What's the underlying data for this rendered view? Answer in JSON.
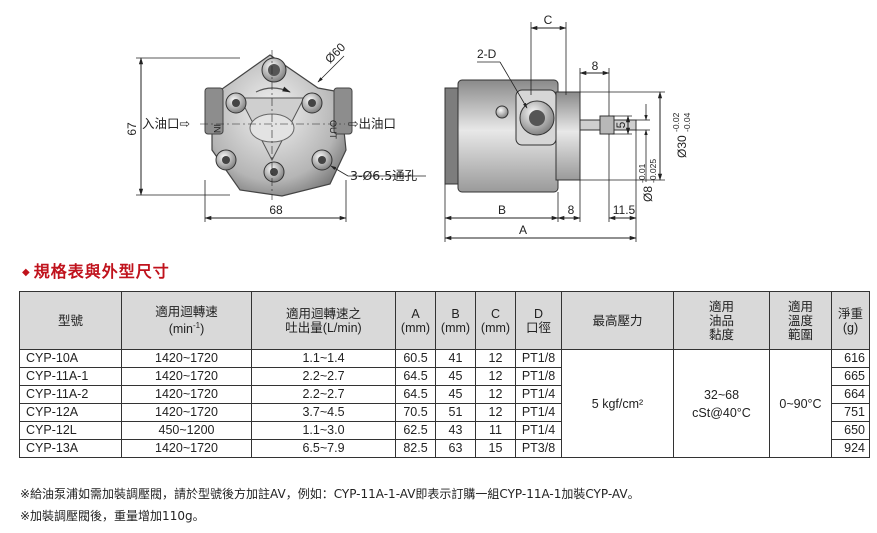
{
  "drawing": {
    "dim_67": "67",
    "dim_68": "68",
    "diameter_60": "Ø60",
    "inlet_label": "入油口⇨",
    "outlet_label": "⇨出油口",
    "in_mark": "IN",
    "out_mark": "OUT",
    "hole_note": "3-Ø6.5通孔",
    "dim_2d": "2-D",
    "dim_c": "C",
    "dim_8_top": "8",
    "dim_5": "5",
    "dim_shaft_dia": "Ø30",
    "tol_shaft_upper": "-0.02",
    "tol_shaft_lower": "-0.04",
    "dim_key_dia": "Ø8",
    "tol_key_upper": "-0.01",
    "tol_key_lower": "-0.025",
    "dim_b": "B",
    "dim_8_bottom": "8",
    "dim_11_5": "11.5",
    "dim_a": "A"
  },
  "section": {
    "bullet": "◆",
    "title": "規格表與外型尺寸"
  },
  "table": {
    "headers": {
      "model": "型號",
      "speed_1": "適用迴轉速",
      "speed_2": "(min",
      "speed_sup": "-1",
      "speed_3": ")",
      "flow_1": "適用迴轉速之",
      "flow_2": "吐出量(L/min)",
      "a_1": "A",
      "a_2": "(mm)",
      "b_1": "B",
      "b_2": "(mm)",
      "c_1": "C",
      "c_2": "(mm)",
      "d_1": "D",
      "d_2": "口徑",
      "pressure": "最高壓力",
      "visc_1": "適用",
      "visc_2": "油品",
      "visc_3": "黏度",
      "temp_1": "適用",
      "temp_2": "溫度",
      "temp_3": "範圍",
      "weight_1": "淨重",
      "weight_2": "(g)"
    },
    "rows": [
      {
        "model": "CYP-10A",
        "speed": "1420~1720",
        "flow": "1.1~1.4",
        "a": "60.5",
        "b": "41",
        "c": "12",
        "d": "PT1/8",
        "weight": "616"
      },
      {
        "model": "CYP-11A-1",
        "speed": "1420~1720",
        "flow": "2.2~2.7",
        "a": "64.5",
        "b": "45",
        "c": "12",
        "d": "PT1/8",
        "weight": "665"
      },
      {
        "model": "CYP-11A-2",
        "speed": "1420~1720",
        "flow": "2.2~2.7",
        "a": "64.5",
        "b": "45",
        "c": "12",
        "d": "PT1/4",
        "weight": "664"
      },
      {
        "model": "CYP-12A",
        "speed": "1420~1720",
        "flow": "3.7~4.5",
        "a": "70.5",
        "b": "51",
        "c": "12",
        "d": "PT1/4",
        "weight": "751"
      },
      {
        "model": "CYP-12L",
        "speed": "450~1200",
        "flow": "1.1~3.0",
        "a": "62.5",
        "b": "43",
        "c": "11",
        "d": "PT1/4",
        "weight": "650"
      },
      {
        "model": "CYP-13A",
        "speed": "1420~1720",
        "flow": "6.5~7.9",
        "a": "82.5",
        "b": "63",
        "c": "15",
        "d": "PT3/8",
        "weight": "924"
      }
    ],
    "shared": {
      "pressure": "5 kgf/cm²",
      "viscosity_1": "32~68",
      "viscosity_2": "cSt@40°C",
      "temperature": "0~90°C"
    }
  },
  "notes": [
    "※給油泵浦如需加裝調壓閥，請於型號後方加註AV，例如：CYP-11A-1-AV即表示訂購一組CYP-11A-1加裝CYP-AV。",
    "※加裝調壓閥後，重量增加110g。"
  ]
}
